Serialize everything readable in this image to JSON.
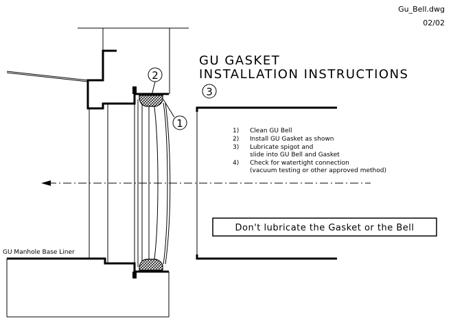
{
  "header": {
    "file_name": "Gu_Bell.dwg",
    "sheet": "02/02"
  },
  "title": {
    "line1": "GU  GASKET",
    "line2": "INSTALLATION  INSTRUCTIONS"
  },
  "callouts": {
    "c1": "1",
    "c2": "2",
    "c3": "3"
  },
  "instructions": [
    {
      "num": "1)",
      "text": "Clean GU Bell"
    },
    {
      "num": "2)",
      "text": "Install GU Gasket as shown"
    },
    {
      "num": "3)",
      "text": "Lubricate spigot and"
    },
    {
      "num": "",
      "text": "slide into GU Bell and Gasket"
    },
    {
      "num": "4)",
      "text": "Check for watertight connection"
    },
    {
      "num": "",
      "text": "(vacuum testing or other approved method)"
    }
  ],
  "warning": "Don't lubricate the Gasket or the Bell",
  "base_label": "GU Manhole Base Liner"
}
